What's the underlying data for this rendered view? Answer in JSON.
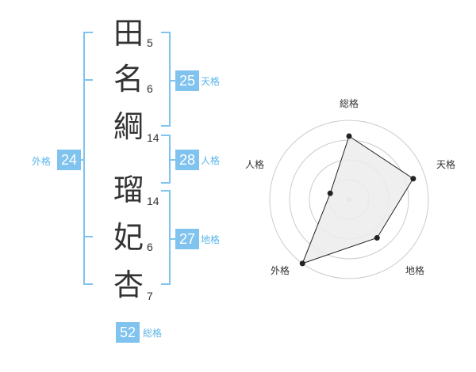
{
  "name_chars": [
    {
      "char": "田",
      "strokes": "5"
    },
    {
      "char": "名",
      "strokes": "6"
    },
    {
      "char": "綱",
      "strokes": "14"
    },
    {
      "char": "瑠",
      "strokes": "14"
    },
    {
      "char": "妃",
      "strokes": "6"
    },
    {
      "char": "杏",
      "strokes": "7"
    }
  ],
  "fortune": {
    "tenkaku": {
      "label": "天格",
      "value": "25"
    },
    "jinkaku": {
      "label": "人格",
      "value": "28"
    },
    "chikaku": {
      "label": "地格",
      "value": "27"
    },
    "gaikaku": {
      "label": "外格",
      "value": "24"
    },
    "soukaku": {
      "label": "総格",
      "value": "52"
    }
  },
  "colors": {
    "accent": "#7fc3ee",
    "accent_text": "#5bb5ea",
    "text": "#333333",
    "grid": "#cccccc"
  },
  "chart_data": {
    "type": "radar",
    "axes": [
      "総格",
      "天格",
      "地格",
      "外格",
      "人格"
    ],
    "values": [
      0.8,
      0.85,
      0.6,
      1.0,
      0.25
    ],
    "range": [
      0,
      1
    ],
    "rings": 4
  }
}
